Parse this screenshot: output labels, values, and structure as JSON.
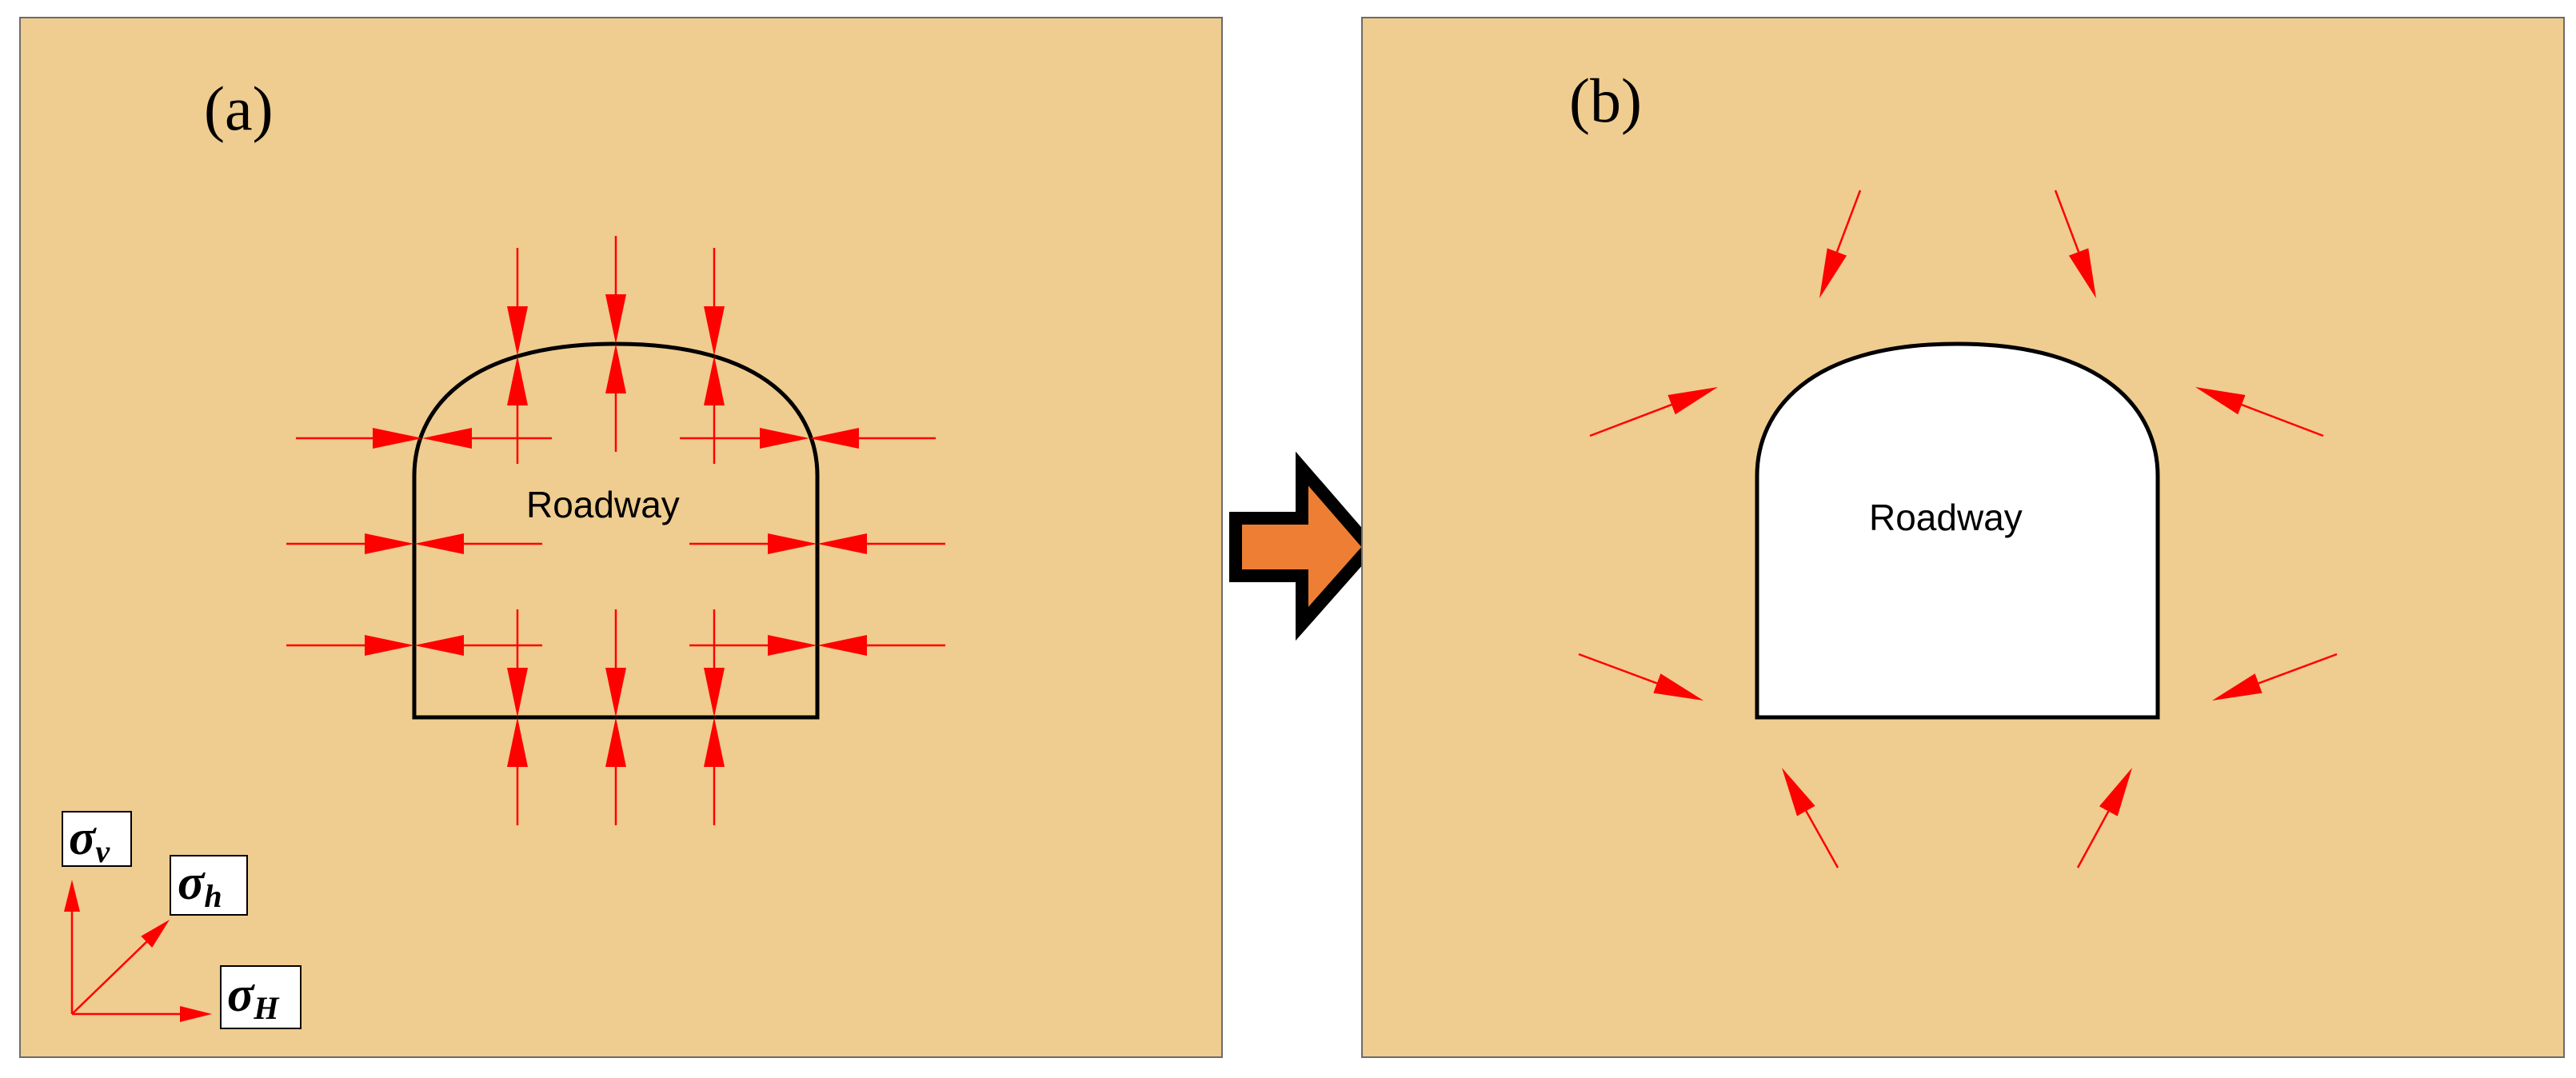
{
  "panels": {
    "a": {
      "label": "(a)",
      "roadway_label": "Roadway"
    },
    "b": {
      "label": "(b)",
      "roadway_label": "Roadway"
    }
  },
  "axes_legend": {
    "vertical": {
      "main": "σ",
      "sub": "v"
    },
    "intermediate": {
      "main": "σ",
      "sub": "h"
    },
    "horizontal": {
      "main": "σ",
      "sub": "H"
    }
  },
  "colors": {
    "background": "#efcc8f",
    "stress_arrows": "#ff0000",
    "transition_arrow": "#ee7e33",
    "roadway_fill_b": "#ffffff"
  },
  "icons": {
    "transition": "right-arrow-icon"
  }
}
